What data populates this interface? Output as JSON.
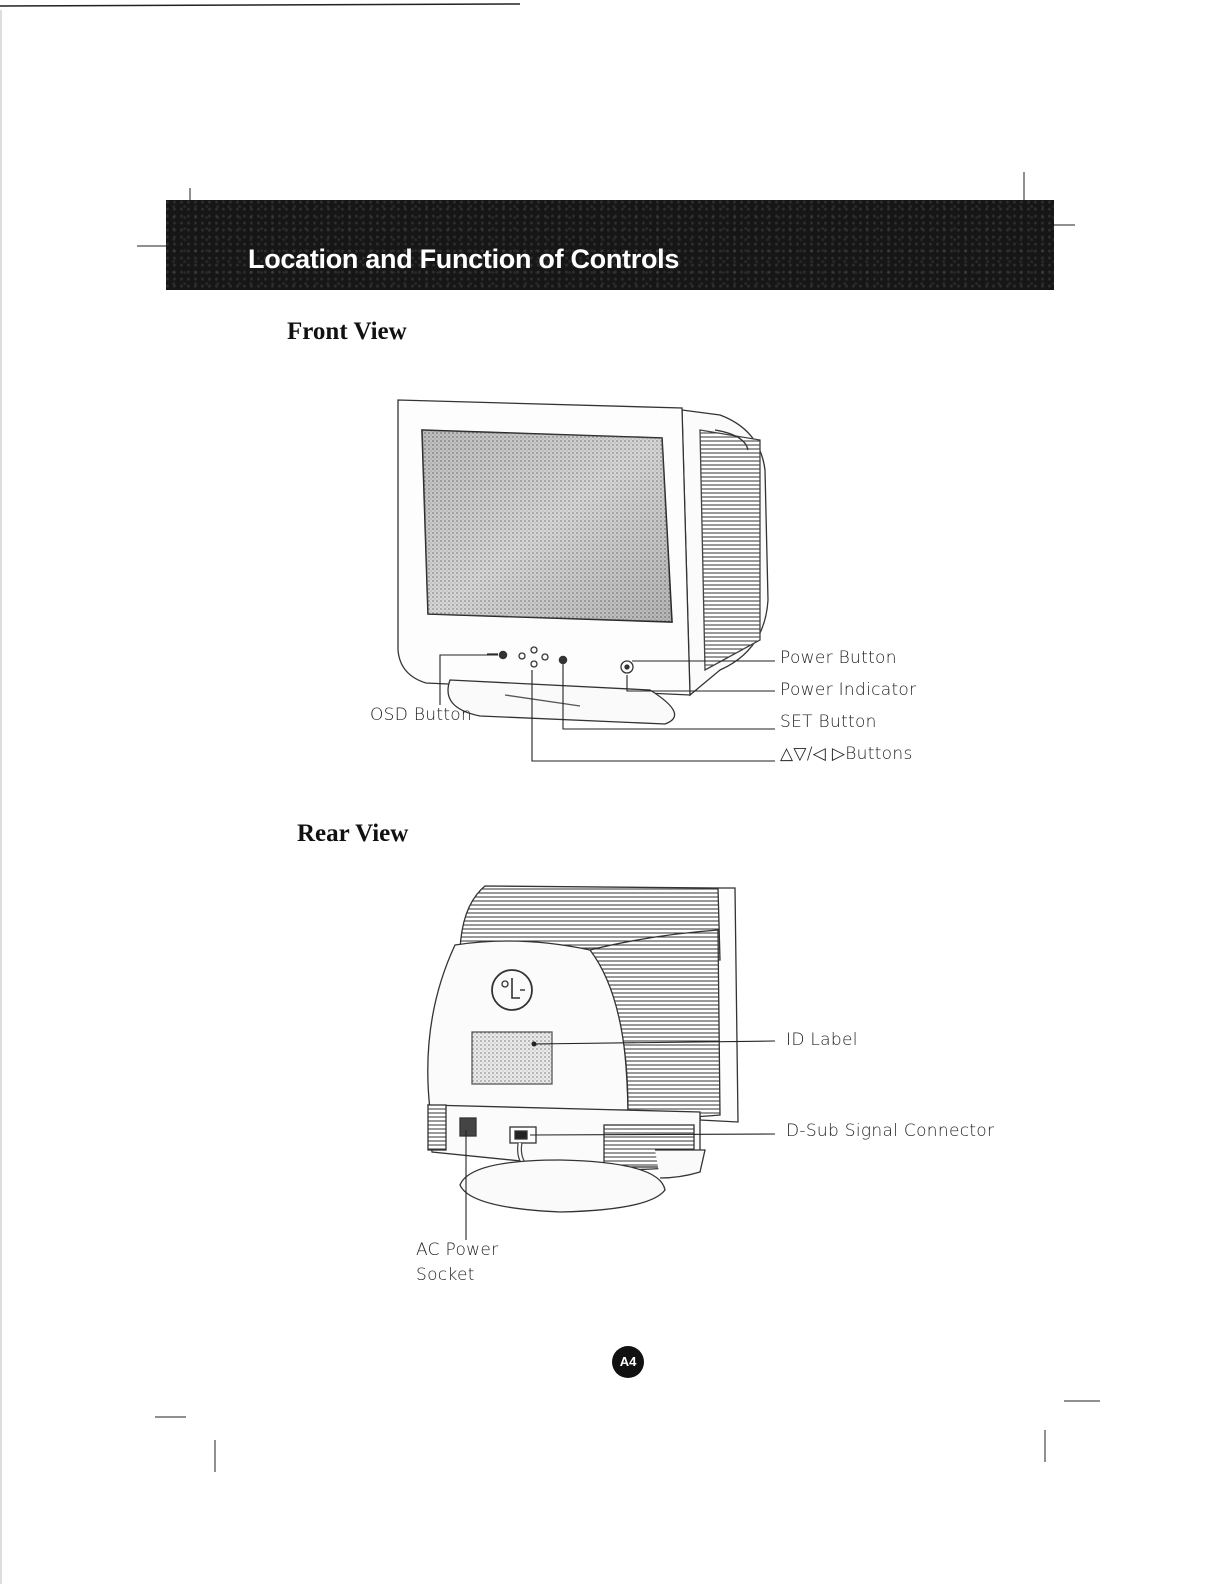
{
  "header": {
    "title": "Location and Function of Controls"
  },
  "front_view": {
    "heading": "Front View",
    "labels": {
      "power_button": "Power Button",
      "power_indicator": "Power Indicator",
      "set_button": "SET Button",
      "arrow_buttons": "△▽/◁ ▷Buttons",
      "osd_button": "OSD Button"
    }
  },
  "rear_view": {
    "heading": "Rear View",
    "labels": {
      "id_label": "ID Label",
      "dsub_connector": "D-Sub Signal Connector",
      "ac_power_line1": "AC Power",
      "ac_power_line2": "Socket"
    }
  },
  "page_badge": "A4"
}
